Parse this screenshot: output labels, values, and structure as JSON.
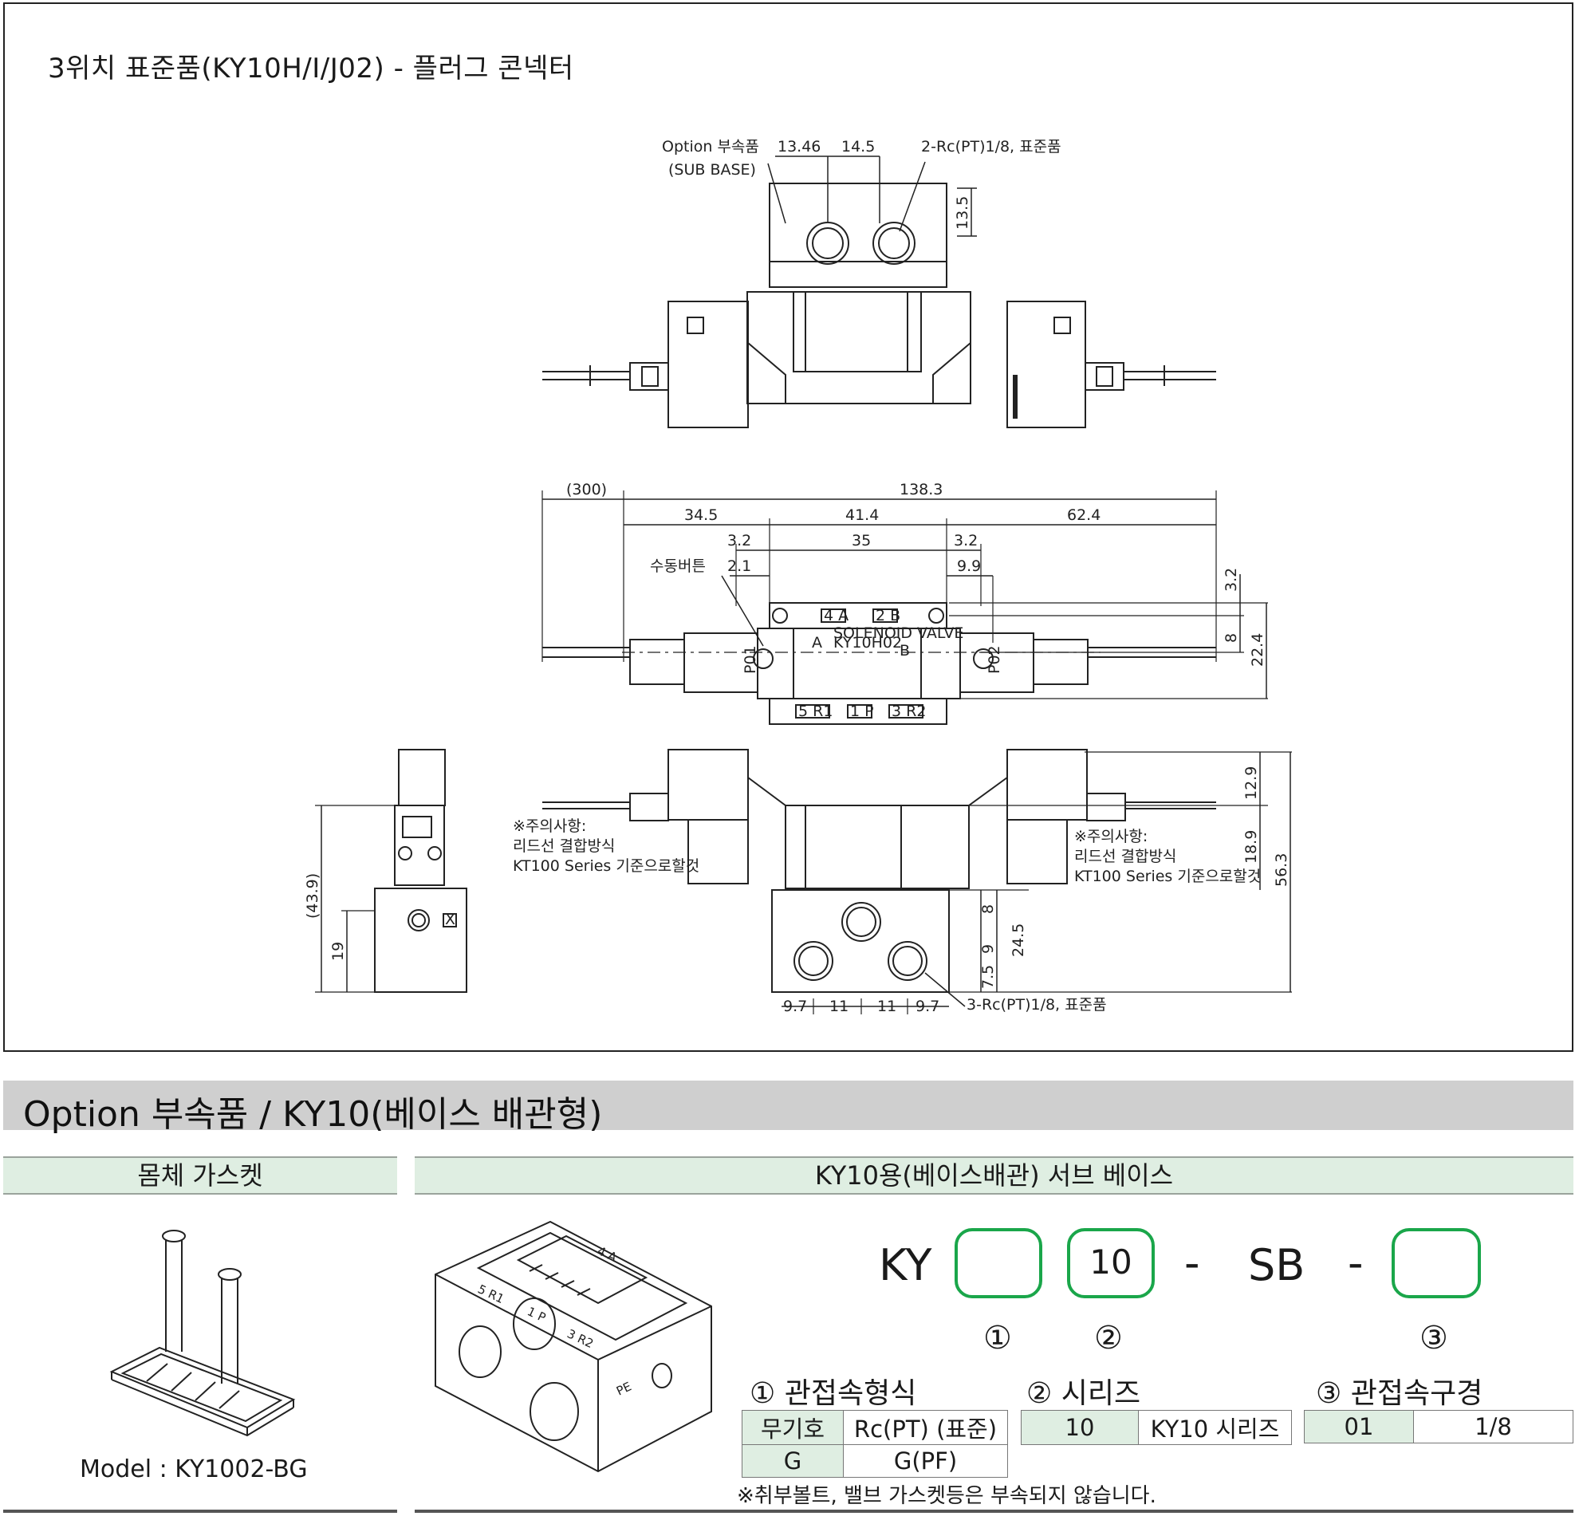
{
  "drawing": {
    "title": "3위치 표준품(KY10H/I/J02) - 플러그 콘넥터",
    "labels": {
      "option_part": "Option 부속품",
      "sub_base": "(SUB BASE)",
      "ports_top": "2-Rc(PT)1/8, 표준품",
      "manual_button": "수동버튼",
      "ports_bottom": "3-Rc(PT)1/8, 표준품",
      "caution_title": "※주의사항:",
      "caution_line1": "리드선 결합방식",
      "caution_line2": "KT100 Series 기준으로할것"
    },
    "top_view_dims": {
      "d1": "13.46",
      "d2": "14.5",
      "d3": "13.5"
    },
    "plan_dims": {
      "lead": "(300)",
      "overall": "138.3",
      "left": "34.5",
      "mid": "41.4",
      "right": "62.4",
      "inner_left": "3.2",
      "inner_mid": "35",
      "inner_right": "3.2",
      "small_left": "2.1",
      "small_right": "9.9",
      "v1": "3.2",
      "v2": "8",
      "v3": "22.4"
    },
    "plan_marks": {
      "port4": "4 A",
      "port2": "2 B",
      "port5": "5 R1",
      "port1": "1 P",
      "port3": "3 R2",
      "pilot_a": "A",
      "pilot_b": "B",
      "pilot1": "P01",
      "pilot2": "P02"
    },
    "side_dims": {
      "h1": "(43.9)",
      "h2": "19",
      "mark_x": "X"
    },
    "front_dims": {
      "h1": "12.9",
      "h2": "18.9",
      "h3": "56.3",
      "v1": "8",
      "v2": "9",
      "v3": "24.5",
      "v4": "7.5",
      "b1": "9.7",
      "b2": "11",
      "b3": "11",
      "b4": "9.7"
    },
    "solenoid_text": {
      "brand": "SOLENOID VALVE",
      "model": "KY10H02"
    }
  },
  "option": {
    "section_title": "Option 부속품 / KY10(베이스 배관형)",
    "gasket": {
      "header": "몸체 가스켓",
      "model_label": "Model : KY1002-BG"
    },
    "subbase": {
      "header": "KY10용(베이스배관) 서브 베이스",
      "iso_marks": {
        "r1": "5 R1",
        "p": "1 P",
        "r2": "3 R2",
        "a": "4 A",
        "pe": "PE"
      },
      "code_prefix": "KY",
      "code_series": "10",
      "code_sb": "SB",
      "code_dash": "-",
      "circle_nums": [
        "①",
        "②",
        "③"
      ],
      "field1": {
        "title": "① 관접속형식",
        "rows": [
          {
            "code": "무기호",
            "desc": "Rc(PT) (표준)"
          },
          {
            "code": "G",
            "desc": "G(PF)"
          }
        ]
      },
      "field2": {
        "title": "② 시리즈",
        "code": "10",
        "desc": "KY10 시리즈"
      },
      "field3": {
        "title": "③ 관접속구경",
        "code": "01",
        "desc": "1/8"
      },
      "note": "※취부볼트, 밸브 가스켓등은 부속되지 않습니다."
    }
  },
  "colors": {
    "accent_green": "#1aa64a",
    "header_green": "#dfeee2",
    "band_gray": "#cfcfcf"
  }
}
